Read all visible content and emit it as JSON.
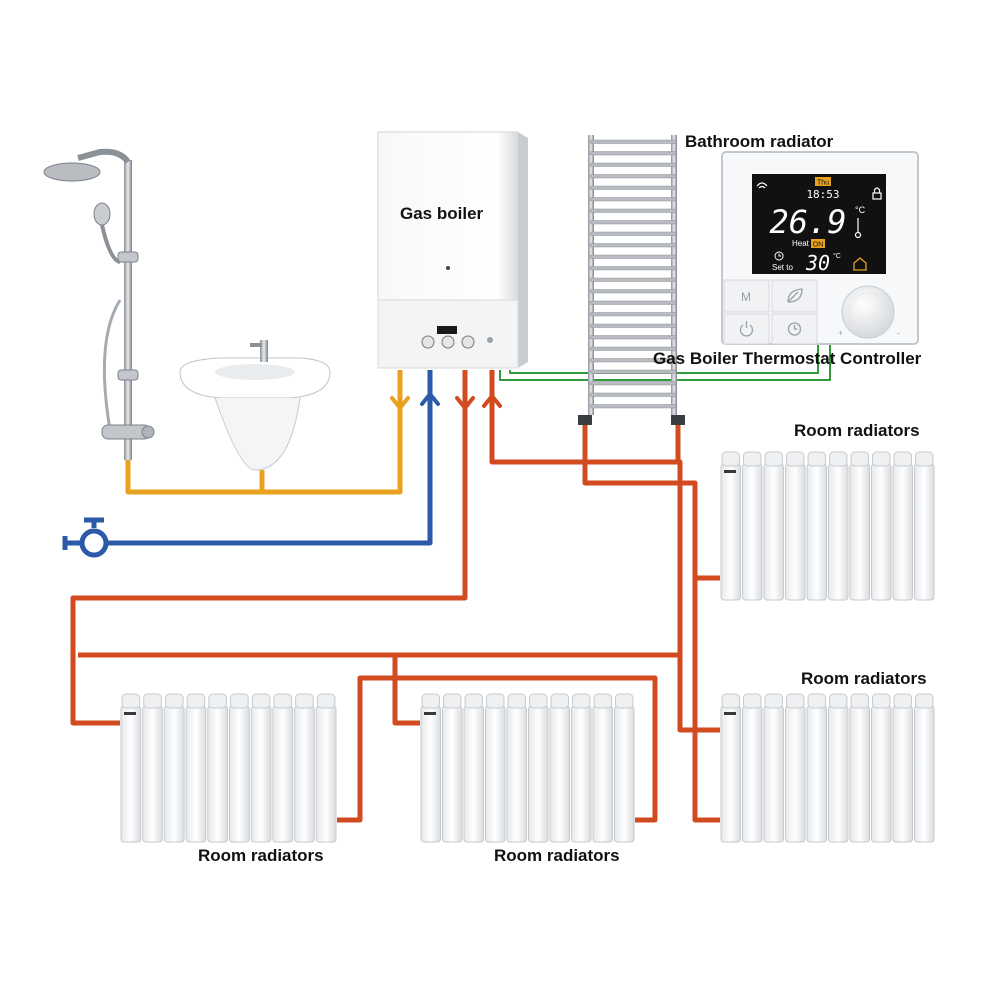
{
  "labels": {
    "gas_boiler": "Gas boiler",
    "bathroom_radiator": "Bathroom radiator",
    "thermostat_controller": "Gas  Boiler Thermostat Controller",
    "room_radiators_top_right": "Room radiators",
    "room_radiators_mid_right": "Room radiators",
    "room_radiators_bottom_left": "Room radiators",
    "room_radiators_bottom_center": "Room radiators"
  },
  "thermostat": {
    "day": "Thu",
    "time": "18:53",
    "current_temp": "26.9",
    "unit": "°C",
    "mode": "Heat",
    "state": "ON",
    "set_label": "Set to",
    "set_temp": "30",
    "buttons": [
      "M",
      "leaf",
      "power",
      "clock"
    ],
    "knob_minus": "-",
    "knob_plus": "+"
  },
  "colors": {
    "hot_water_pipe": "#e8a21f",
    "cold_water_pipe": "#2a5aa8",
    "heating_pipe": "#d24a1f",
    "control_wire": "#2e9a3a",
    "lcd_background": "#111111",
    "lcd_text": "#ffffff",
    "lcd_accent": "#e8a21f"
  },
  "icons": [
    "shower-icon",
    "sink-icon",
    "valve-icon",
    "wifi-icon",
    "lock-icon",
    "thermometer-icon",
    "home-icon",
    "clock-icon",
    "leaf-icon",
    "power-icon"
  ]
}
